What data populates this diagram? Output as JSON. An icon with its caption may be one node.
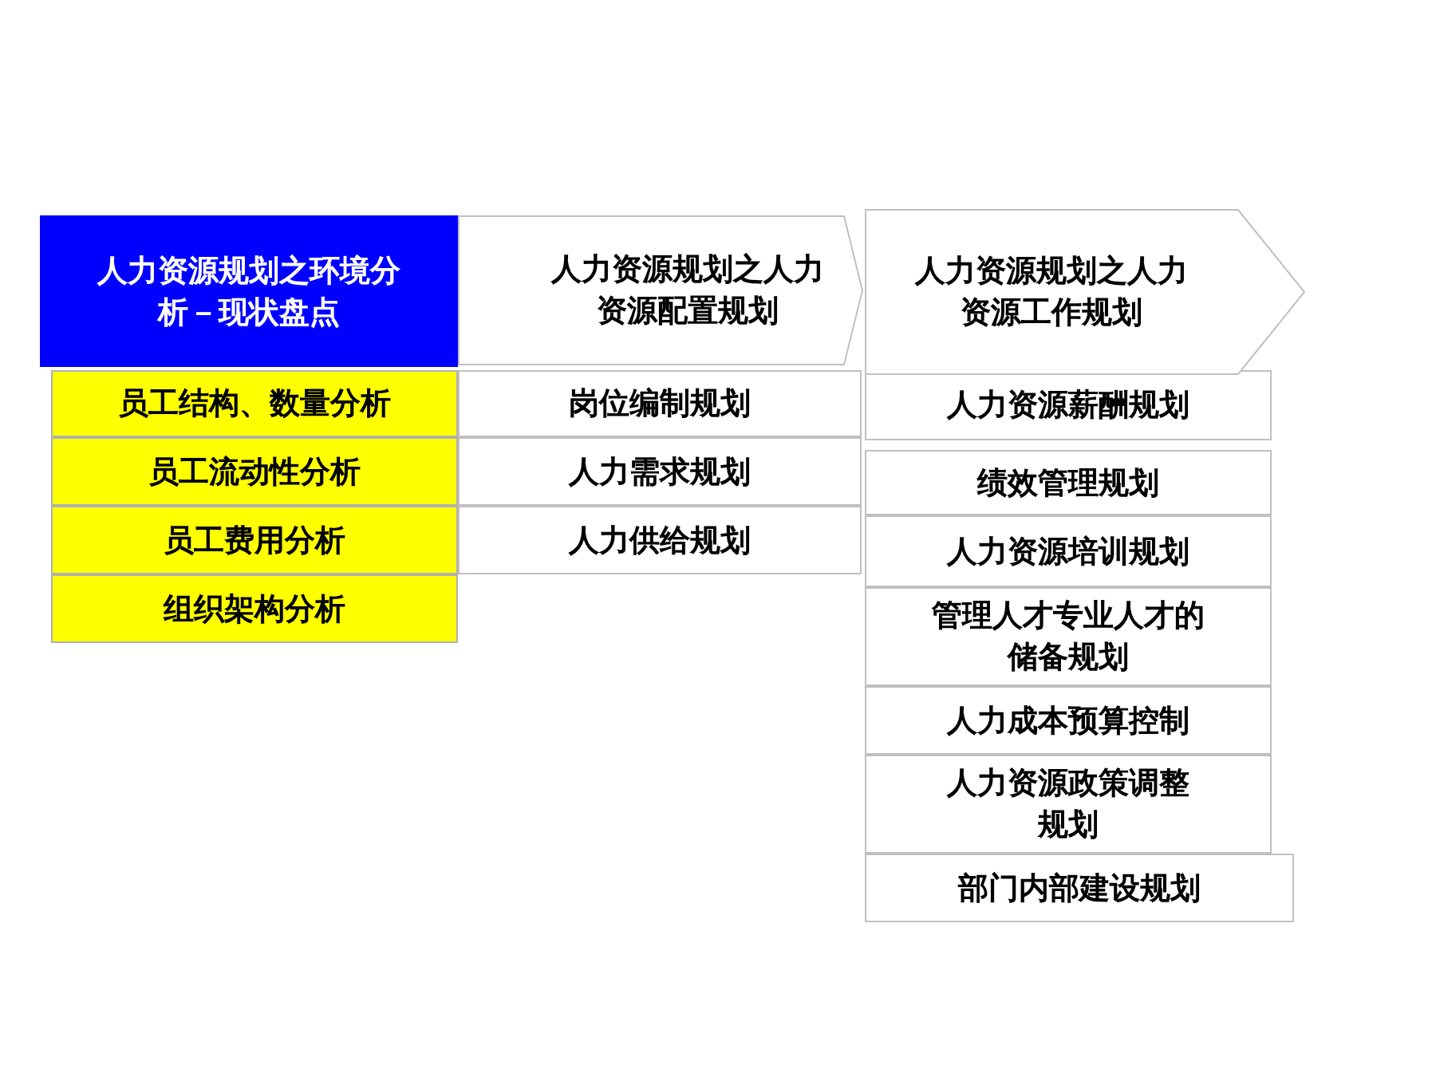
{
  "diagram": {
    "nodes": [
      {
        "text": [
          "人力资源规划之环境分析－现状盘点"
        ]
      },
      {
        "text": [
          "人力资源规划之人力资源配置规划"
        ]
      },
      {
        "text": [
          "人力资源规划之人力资源工作规划"
        ]
      },
      {
        "text": [
          "员工结构、数量分析"
        ]
      },
      {
        "text": [
          "员工流动性分析"
        ]
      },
      {
        "text": [
          "员工费用分析"
        ]
      },
      {
        "text": [
          "组织架构分析"
        ]
      },
      {
        "text": [
          "岗位编制规划"
        ]
      },
      {
        "text": [
          "人力需求规划"
        ]
      },
      {
        "text": [
          "人力供给规划"
        ]
      },
      {
        "text": [
          "人力资源薪酬规划"
        ]
      },
      {
        "text": [
          "绩效管理规划"
        ]
      },
      {
        "text": [
          "人力资源培训规划"
        ]
      },
      {
        "text": [
          "管理人才专业人才的储备规划"
        ]
      },
      {
        "text": [
          "人力成本预算控制"
        ]
      },
      {
        "text": [
          "人力资源政策调整规划"
        ]
      },
      {
        "text": [
          "部门内部建设规划"
        ]
      }
    ]
  }
}
